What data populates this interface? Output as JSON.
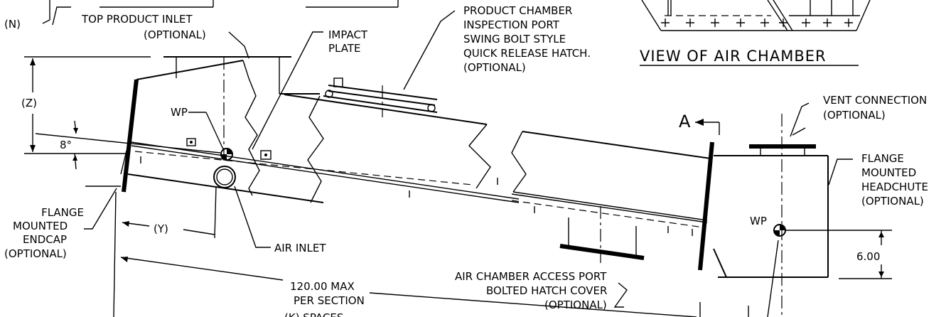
{
  "labels": {
    "n": "(N)",
    "top_inlet": [
      "TOP PRODUCT INLET",
      "(OPTIONAL)"
    ],
    "impact_plate": [
      "IMPACT",
      "PLATE"
    ],
    "inspection_port": [
      "PRODUCT CHAMBER",
      "INSPECTION PORT",
      "SWING BOLT STYLE",
      "QUICK RELEASE HATCH.",
      "(OPTIONAL)"
    ],
    "view_title": "VIEW OF AIR CHAMBER",
    "section_a": "A",
    "vent": [
      "VENT CONNECTION",
      "(OPTIONAL)"
    ],
    "headchute": [
      "FLANGE",
      "MOUNTED",
      "HEADCHUTE",
      "(OPTIONAL)"
    ],
    "z": "(Z)",
    "wp_left": "WP",
    "angle": "8°",
    "wp_right": "WP",
    "six": "6.00",
    "endcap": [
      "FLANGE",
      "MOUNTED",
      "ENDCAP",
      "(OPTIONAL)"
    ],
    "y": "(Y)",
    "air_inlet": "AIR INLET",
    "max_section": [
      "120.00 MAX",
      "PER SECTION"
    ],
    "access_port": [
      "AIR CHAMBER ACCESS PORT",
      "BOLTED HATCH COVER",
      "(OPTIONAL)"
    ],
    "k_spaces": "(K) SPACES"
  }
}
